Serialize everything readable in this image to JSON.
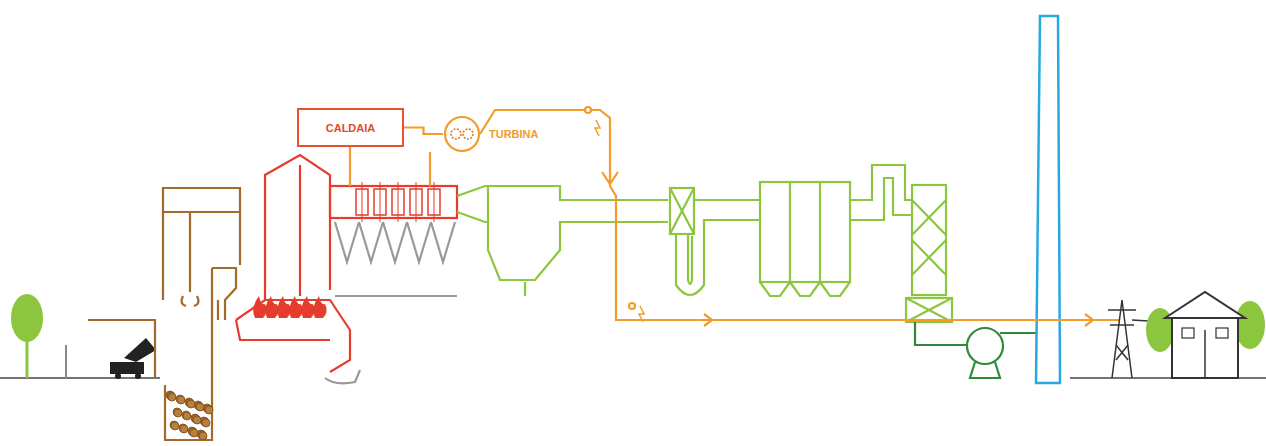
{
  "diagram": {
    "nodes": [
      {
        "text": [
          "CALDAIA"
        ]
      },
      {
        "text": [
          "TURBINA"
        ]
      }
    ],
    "edges": [
      {
        "from": 0,
        "to": 1,
        "arrow": "none"
      }
    ]
  }
}
